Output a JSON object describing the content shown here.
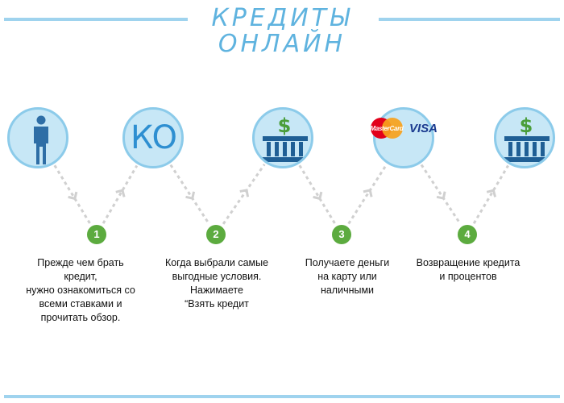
{
  "colors": {
    "line": "#9fd3ee",
    "title": "#5fb3df",
    "circle_fill": "#c7e7f6",
    "circle_border": "#8ccbea",
    "icon_blue": "#2e6ea6",
    "bank_dark": "#1f5f95",
    "dollar_green": "#4a9e3a",
    "step_green": "#5cab3f",
    "connector": "#d0d0d0"
  },
  "header": {
    "title_line1": "КРЕДИТЫ",
    "title_line2": "ОНЛАЙН"
  },
  "icons": [
    {
      "name": "person-icon"
    },
    {
      "name": "ko-logo",
      "text": "КО"
    },
    {
      "name": "bank-icon",
      "symbol": "$"
    },
    {
      "name": "payment-cards-icon",
      "mastercard_label": "MasterCard",
      "visa_label": "VISA"
    },
    {
      "name": "bank-icon",
      "symbol": "$"
    }
  ],
  "steps": [
    {
      "number": "1",
      "lines": [
        "Прежде чем брать кредит,",
        "нужно ознакомиться со",
        "всеми ставками и",
        "прочитать обзор."
      ]
    },
    {
      "number": "2",
      "lines": [
        "Когда выбрали самые",
        "выгодные условия.",
        "Нажимаете",
        "“Взять кредит"
      ]
    },
    {
      "number": "3",
      "lines": [
        "Получаете деньги",
        "на карту или",
        "наличными"
      ]
    },
    {
      "number": "4",
      "lines": [
        "Возвращение кредита",
        "и процентов"
      ]
    }
  ]
}
